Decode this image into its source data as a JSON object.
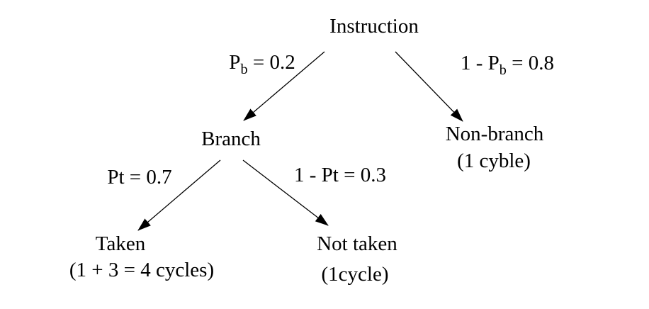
{
  "colors": {
    "background": "#ffffff",
    "text": "#000000",
    "line": "#000000"
  },
  "diagram": {
    "type": "tree",
    "root": {
      "label": "Instruction"
    },
    "nodes": {
      "branch": {
        "label": "Branch"
      },
      "non_branch": {
        "label": "Non-branch",
        "note": "(1 cyble)"
      },
      "taken": {
        "label": "Taken",
        "note": "(1 + 3 = 4 cycles)"
      },
      "not_taken": {
        "label": "Not taken",
        "note": "(1cycle)"
      }
    },
    "edges": {
      "instruction_to_branch": {
        "pre": "P",
        "sub": "b",
        "post": " = 0.2"
      },
      "instruction_to_non_branch": {
        "pre": "1 - P",
        "sub": "b",
        "post": " = 0.8"
      },
      "branch_to_taken": {
        "pre": "Pt = 0.7",
        "sub": "",
        "post": ""
      },
      "branch_to_not_taken": {
        "pre": "1 - Pt = 0.3",
        "sub": "",
        "post": ""
      }
    }
  }
}
